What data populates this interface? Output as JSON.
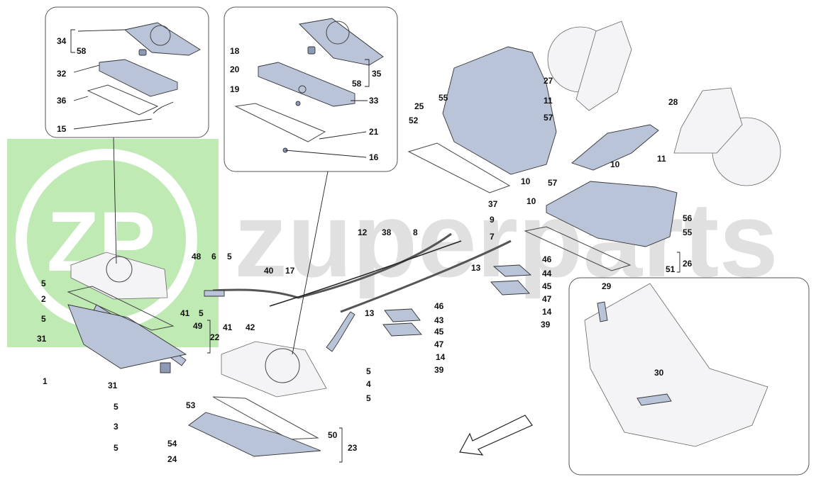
{
  "watermark": {
    "logo": "ZP",
    "text": "zuperparts",
    "color": "#b4e6a6"
  },
  "colors": {
    "part_fill": "#b9c4d9",
    "line": "#222222"
  },
  "callouts": [
    {
      "id": "c34",
      "text": "34"
    },
    {
      "id": "c58a",
      "text": "58"
    },
    {
      "id": "c32",
      "text": "32"
    },
    {
      "id": "c36",
      "text": "36"
    },
    {
      "id": "c15",
      "text": "15"
    },
    {
      "id": "c18",
      "text": "18"
    },
    {
      "id": "c20",
      "text": "20"
    },
    {
      "id": "c19",
      "text": "19"
    },
    {
      "id": "c58b",
      "text": "58"
    },
    {
      "id": "c35",
      "text": "35"
    },
    {
      "id": "c33",
      "text": "33"
    },
    {
      "id": "c21",
      "text": "21"
    },
    {
      "id": "c16",
      "text": "16"
    },
    {
      "id": "c25",
      "text": "25"
    },
    {
      "id": "c52",
      "text": "52"
    },
    {
      "id": "c55a",
      "text": "55"
    },
    {
      "id": "c27",
      "text": "27"
    },
    {
      "id": "c11a",
      "text": "11"
    },
    {
      "id": "c57a",
      "text": "57"
    },
    {
      "id": "c10a",
      "text": "10"
    },
    {
      "id": "c28",
      "text": "28"
    },
    {
      "id": "c11b",
      "text": "11"
    },
    {
      "id": "c10b",
      "text": "10"
    },
    {
      "id": "c57b",
      "text": "57"
    },
    {
      "id": "c10c",
      "text": "10"
    },
    {
      "id": "c56",
      "text": "56"
    },
    {
      "id": "c55b",
      "text": "55"
    },
    {
      "id": "c26",
      "text": "26"
    },
    {
      "id": "c51",
      "text": "51"
    },
    {
      "id": "c37",
      "text": "37"
    },
    {
      "id": "c9",
      "text": "9"
    },
    {
      "id": "c7",
      "text": "7"
    },
    {
      "id": "c12",
      "text": "12"
    },
    {
      "id": "c38",
      "text": "38"
    },
    {
      "id": "c8",
      "text": "8"
    },
    {
      "id": "c46a",
      "text": "46"
    },
    {
      "id": "c13a",
      "text": "13"
    },
    {
      "id": "c44",
      "text": "44"
    },
    {
      "id": "c45a",
      "text": "45"
    },
    {
      "id": "c47a",
      "text": "47"
    },
    {
      "id": "c14a",
      "text": "14"
    },
    {
      "id": "c39a",
      "text": "39"
    },
    {
      "id": "c46b",
      "text": "46"
    },
    {
      "id": "c13b",
      "text": "13"
    },
    {
      "id": "c43",
      "text": "43"
    },
    {
      "id": "c45b",
      "text": "45"
    },
    {
      "id": "c47b",
      "text": "47"
    },
    {
      "id": "c14b",
      "text": "14"
    },
    {
      "id": "c39b",
      "text": "39"
    },
    {
      "id": "c48",
      "text": "48"
    },
    {
      "id": "c6",
      "text": "6"
    },
    {
      "id": "c5a",
      "text": "5"
    },
    {
      "id": "c40",
      "text": "40"
    },
    {
      "id": "c17",
      "text": "17"
    },
    {
      "id": "c41a",
      "text": "41"
    },
    {
      "id": "c5b",
      "text": "5"
    },
    {
      "id": "c41b",
      "text": "41"
    },
    {
      "id": "c42",
      "text": "42"
    },
    {
      "id": "c5c",
      "text": "5"
    },
    {
      "id": "c2",
      "text": "2"
    },
    {
      "id": "c5d",
      "text": "5"
    },
    {
      "id": "c49",
      "text": "49"
    },
    {
      "id": "c22",
      "text": "22"
    },
    {
      "id": "c31a",
      "text": "31"
    },
    {
      "id": "c1",
      "text": "1"
    },
    {
      "id": "c31b",
      "text": "31"
    },
    {
      "id": "c5e",
      "text": "5"
    },
    {
      "id": "c3",
      "text": "3"
    },
    {
      "id": "c5f",
      "text": "5"
    },
    {
      "id": "c5g",
      "text": "5"
    },
    {
      "id": "c4",
      "text": "4"
    },
    {
      "id": "c5h",
      "text": "5"
    },
    {
      "id": "c53",
      "text": "53"
    },
    {
      "id": "c54",
      "text": "54"
    },
    {
      "id": "c24",
      "text": "24"
    },
    {
      "id": "c50",
      "text": "50"
    },
    {
      "id": "c23",
      "text": "23"
    },
    {
      "id": "c29",
      "text": "29"
    },
    {
      "id": "c30",
      "text": "30"
    }
  ]
}
